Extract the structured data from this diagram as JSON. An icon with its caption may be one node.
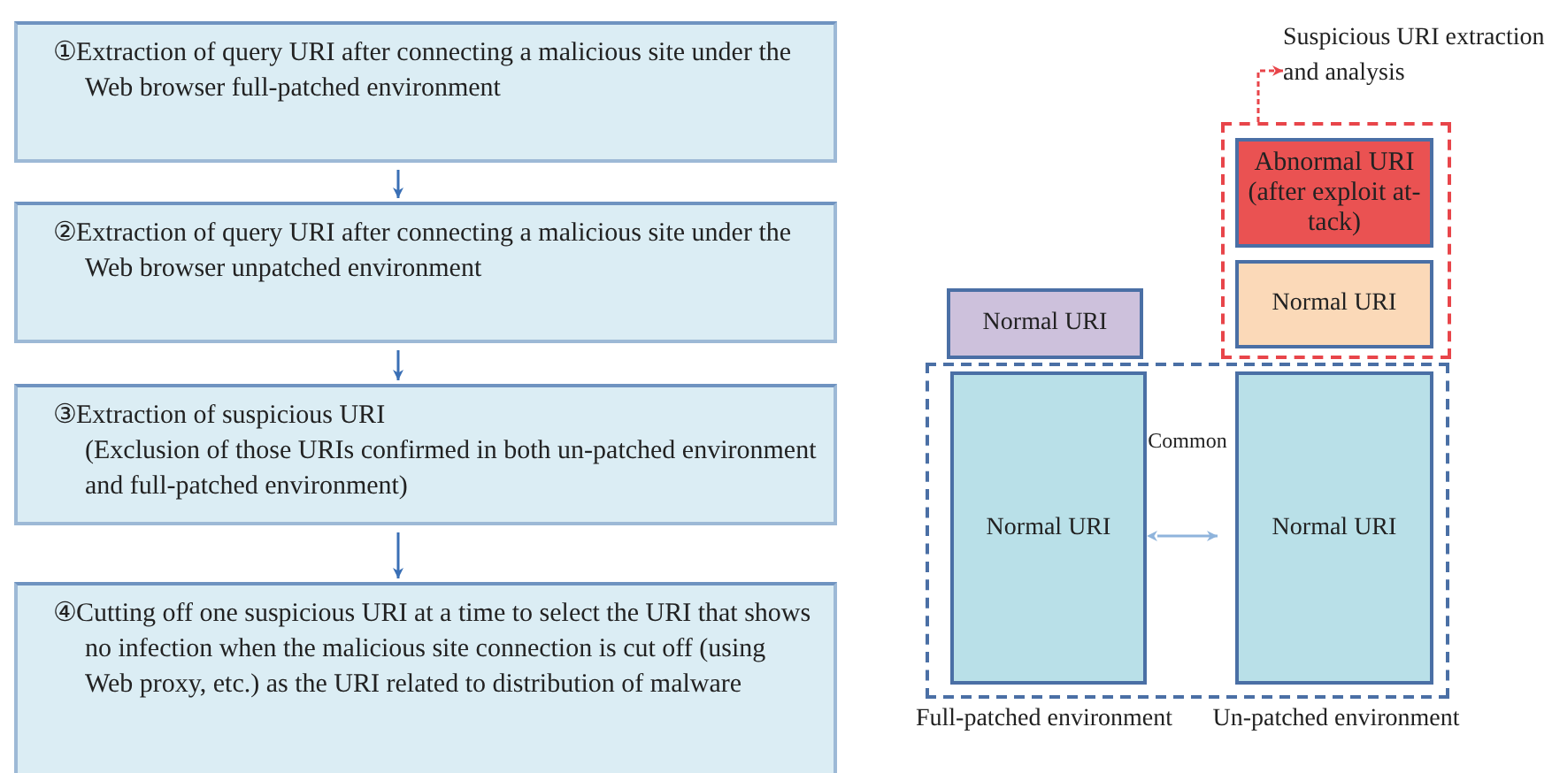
{
  "diagram": {
    "nodes": [
      {
        "text": [
          "①Extraction of query URI after connecting a malicious site under the Web browser full-patched environment"
        ]
      },
      {
        "text": [
          "②Extraction of query URI after connecting a malicious site under the Web browser unpatched environment"
        ]
      },
      {
        "text": [
          "③Extraction of suspicious URI",
          "(Exclusion of those URIs confirmed in both un-patched environment and full-patched environment)"
        ]
      },
      {
        "text": [
          "④Cutting off one suspicious URI at a time to select the URI that shows no infection when the malicious site connection is cut off (using Web proxy, etc.) as the URI related to distribution of malware"
        ]
      },
      {
        "text": [
          "Suspicious URI extraction and analysis"
        ]
      },
      {
        "text": [],
        "shape": "box"
      },
      {
        "text": [
          "Abnormal URI (after exploit at- tack)"
        ],
        "in": 5
      },
      {
        "text": [
          "Normal URI"
        ],
        "in": 5
      },
      {
        "text": [
          "Normal URI"
        ]
      },
      {
        "text": [],
        "shape": "box"
      },
      {
        "text": [
          "Normal URI"
        ],
        "in": 9
      },
      {
        "text": [
          "Normal URI"
        ],
        "in": 9
      }
    ],
    "edges": [
      {
        "from": 0,
        "to": 1,
        "arrow": "to"
      },
      {
        "from": 1,
        "to": 2,
        "arrow": "to"
      },
      {
        "from": 2,
        "to": 3,
        "arrow": "to"
      },
      {
        "from": 5,
        "to": 4,
        "arrow": "to",
        "style": "dashed",
        "color": "#e8454a"
      },
      {
        "from": 10,
        "to": 11,
        "arrow": "both",
        "label": "Common",
        "color": "#8fb4dc"
      }
    ],
    "labels": [
      "Full-patched environment",
      "Un-patched environment"
    ]
  }
}
